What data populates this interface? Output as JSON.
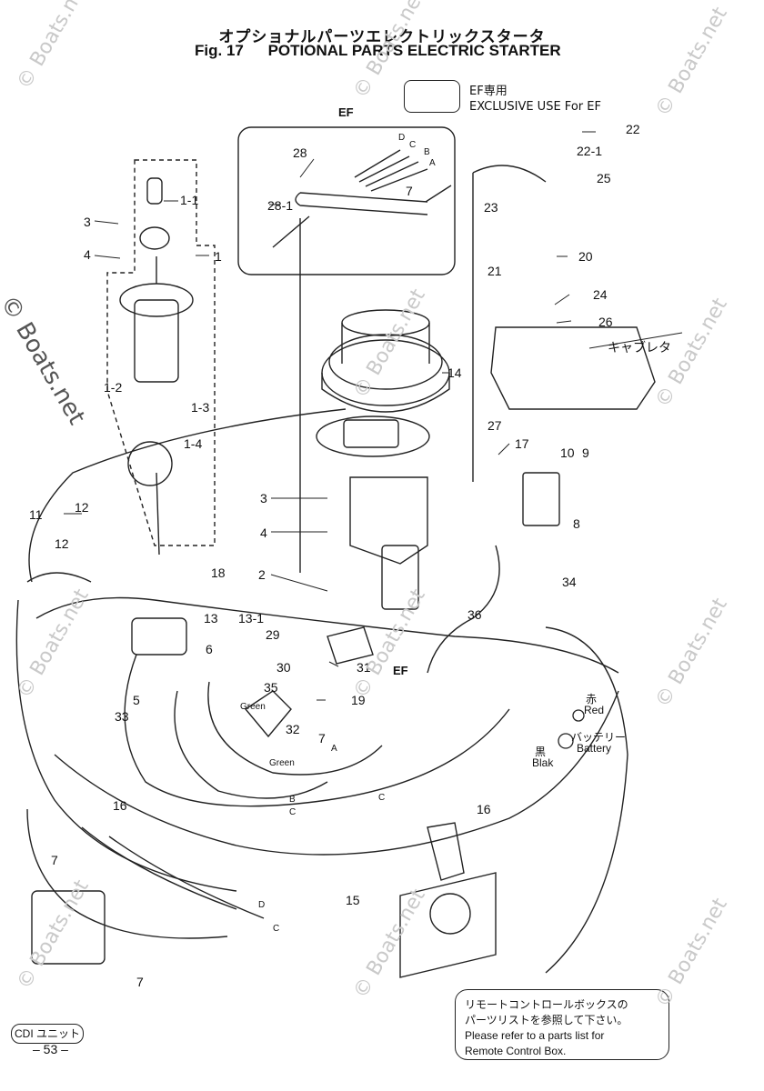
{
  "header": {
    "title_jp": "オプショナルパーツエレクトリックスタータ",
    "fig_label": "Fig. 17",
    "title_en": "POTIONAL PARTS ELECTRIC STARTER"
  },
  "ef_note": {
    "line1": "EF専用",
    "line2": "EXCLUSIVE USE For EF"
  },
  "group_labels": {
    "ef_top": "EF",
    "ef_mid": "EF",
    "carburetor": "キャブレタ",
    "red_jp": "赤",
    "red": "Red",
    "battery_jp": "バッテリー",
    "battery": "Battery",
    "black_jp": "黒",
    "black": "Blak",
    "green_1": "Green",
    "green_2": "Green",
    "cdi_unit": "CDI ユニット"
  },
  "callouts": {
    "c1": "1",
    "c1_1": "1-1",
    "c1_2": "1-2",
    "c1_3": "1-3",
    "c1_4": "1-4",
    "c2a": "2",
    "c3a": "3",
    "c4a": "4",
    "c3b": "3",
    "c4b": "4",
    "c5": "5",
    "c6": "6",
    "c7a": "7",
    "c7b": "7",
    "c7c": "7",
    "c7d": "7",
    "c8": "8",
    "c9": "9",
    "c10": "10",
    "c11": "11",
    "c12a": "12",
    "c12b": "12",
    "c13": "13",
    "c13_1": "13-1",
    "c14": "14",
    "c15": "15",
    "c16a": "16",
    "c16b": "16",
    "c17": "17",
    "c18": "18",
    "c19": "19",
    "c20": "20",
    "c21": "21",
    "c22": "22",
    "c22_1": "22-1",
    "c23": "23",
    "c24": "24",
    "c25": "25",
    "c26": "26",
    "c27": "27",
    "c28": "28",
    "c28_1": "28-1",
    "c29": "29",
    "c30": "30",
    "c31": "31",
    "c32": "32",
    "c33": "33",
    "c34": "34",
    "c35": "35",
    "c36": "36",
    "la": "A",
    "lb": "B",
    "lc": "C",
    "ld": "D",
    "la2": "A",
    "lc2": "C",
    "lb2": "B",
    "lc3": "C",
    "ld2": "D",
    "lc4": "C"
  },
  "note": {
    "jp1": "リモートコントロールボックスの",
    "jp2": "パーツリストを参照して下さい。",
    "en1": "Please refer to a parts list for",
    "en2": "Remote Control Box."
  },
  "page_number": "– 53 –",
  "watermark": "© Boats.net"
}
